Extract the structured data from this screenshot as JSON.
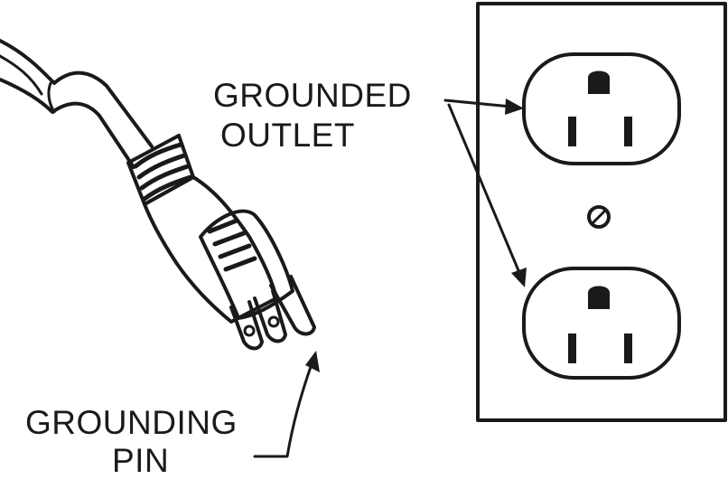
{
  "labels": {
    "grounded_outlet_line1": "GROUNDED",
    "grounded_outlet_line2": "OUTLET",
    "grounding_pin_line1": "GROUNDING",
    "grounding_pin_line2": "PIN"
  },
  "colors": {
    "ink": "#1a1a1a",
    "background": "#ffffff"
  }
}
